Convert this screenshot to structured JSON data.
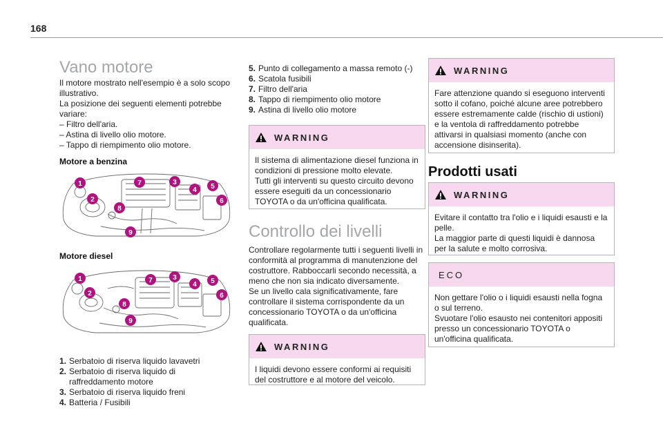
{
  "page": {
    "number": "168"
  },
  "left_column": {
    "title": "Vano motore",
    "intro": [
      "Il motore mostrato nell'esempio è a solo scopo illustrativo.",
      "La posizione dei seguenti elementi potrebbe variare:",
      "– Filtro dell'aria.",
      "– Astina di livello olio motore.",
      "– Tappo di riempimento olio motore."
    ],
    "petrol_heading": "Motore a benzina",
    "diesel_heading": "Motore diesel",
    "petrol_badges": [
      "1",
      "2",
      "3",
      "4",
      "5",
      "6",
      "7",
      "8",
      "9"
    ],
    "diesel_badges": [
      "1",
      "2",
      "3",
      "4",
      "5",
      "6",
      "7",
      "8",
      "9"
    ],
    "list": [
      {
        "n": "1.",
        "t": "Serbatoio di riserva liquido lavavetri"
      },
      {
        "n": "2.",
        "t": "Serbatoio di riserva liquido di raffreddamento motore"
      },
      {
        "n": "3.",
        "t": "Serbatoio di riserva liquido freni"
      },
      {
        "n": "4.",
        "t": "Batteria / Fusibili"
      }
    ]
  },
  "middle_column": {
    "list": [
      {
        "n": "5.",
        "t": "Punto di collegamento a massa remoto (-)"
      },
      {
        "n": "6.",
        "t": "Scatola fusibili"
      },
      {
        "n": "7.",
        "t": "Filtro dell'aria"
      },
      {
        "n": "8.",
        "t": "Tappo di riempimento olio motore"
      },
      {
        "n": "9.",
        "t": "Astina di livello olio motore"
      }
    ],
    "warning1": {
      "title": "WARNING",
      "lines": [
        "Il sistema di alimentazione diesel funziona in condizioni di pressione molto elevate.",
        "Tutti gli interventi su questo circuito devono essere eseguiti da un concessionario TOYOTA o da un'officina qualificata."
      ]
    },
    "levels_title": "Controllo dei livelli",
    "levels_text": [
      "Controllare regolarmente tutti i seguenti livelli in conformità al programma di manutenzione del costruttore. Rabboccarli secondo necessità, a meno che non sia indicato diversamente.",
      "Se un livello cala significativamente, fare controllare il sistema corrispondente da un concessionario TOYOTA o da un'officina qualificata."
    ],
    "warning2": {
      "title": "WARNING",
      "lines": [
        "I liquidi devono essere conformi ai requisiti del costruttore e al motore del veicolo."
      ]
    }
  },
  "right_column": {
    "warning1": {
      "title": "WARNING",
      "lines": [
        "Fare attenzione quando si eseguono interventi sotto il cofano, poiché alcune aree potrebbero essere estremamente calde (rischio di ustioni) e la ventola di raffreddamento potrebbe attivarsi in qualsiasi momento (anche con accensione disinserita)."
      ]
    },
    "products_title": "Prodotti usati",
    "warning2": {
      "title": "WARNING",
      "lines": [
        "Evitare il contatto tra l'olio e i liquidi esausti e la pelle.",
        "La maggior parte di questi liquidi è dannosa per la salute e molto corrosiva."
      ]
    },
    "eco": {
      "title": "ECO",
      "lines": [
        "Non gettare l'olio o i liquidi esausti nella fogna o sul terreno.",
        "Svuotare l'olio esausto nei contenitori appositi presso un concessionario TOYOTA o un'officina qualificata."
      ]
    }
  },
  "colors": {
    "accent": "#a3117f",
    "box_header": "#f8d8ef",
    "light_title": "#a3a6ab"
  },
  "icons": {
    "warning": "warning-triangle-icon"
  }
}
